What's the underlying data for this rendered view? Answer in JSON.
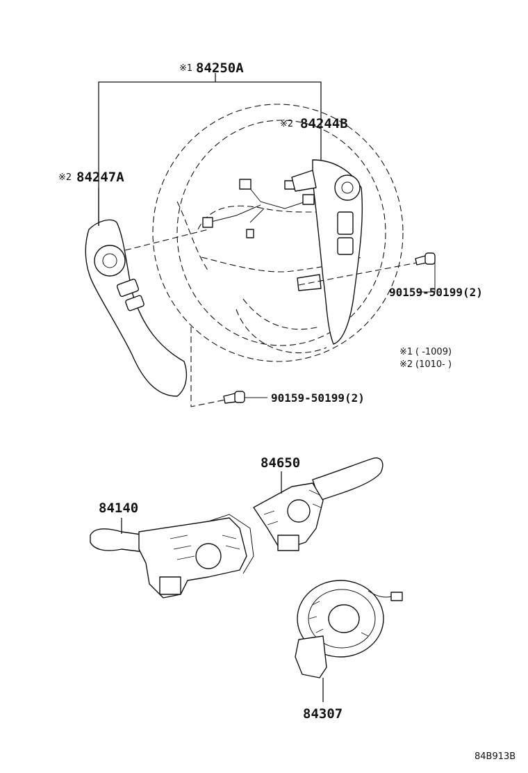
{
  "labels": {
    "steering_wheel_assy": {
      "mark": "※1",
      "code": "84250A"
    },
    "switch_right": {
      "mark": "※2",
      "code": "84244B"
    },
    "switch_left": {
      "mark": "※2",
      "code": "84247A"
    },
    "screw_right": "90159-50199(2)",
    "screw_bottom": "90159-50199(2)",
    "turn_signal_switch": "84140",
    "wiper_switch": "84650",
    "spiral_cable": "84307"
  },
  "notes": [
    {
      "mark": "※1",
      "text": "(      -1009)"
    },
    {
      "mark": "※2",
      "text": "(1010-      )"
    }
  ],
  "figure_id": "84B913B"
}
